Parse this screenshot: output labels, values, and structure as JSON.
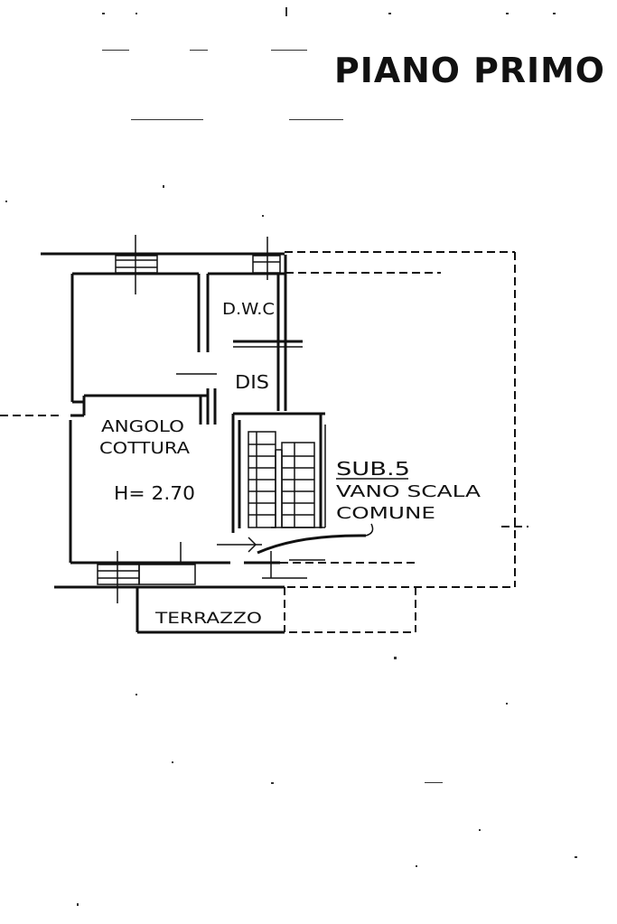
{
  "title": "PIANO PRIMO",
  "rooms": {
    "dwc": "D.W.C",
    "dis": "DIS",
    "angolo_line1": "ANGOLO",
    "angolo_line2": "COTTURA",
    "height": "H= 2.70",
    "sub": "SUB.5",
    "vano_line1": "VANO SCALA",
    "vano_line2": "COMUNE",
    "terrazzo": "TERRAZZO"
  },
  "colors": {
    "ink": "#111111",
    "paper": "#ffffff"
  }
}
